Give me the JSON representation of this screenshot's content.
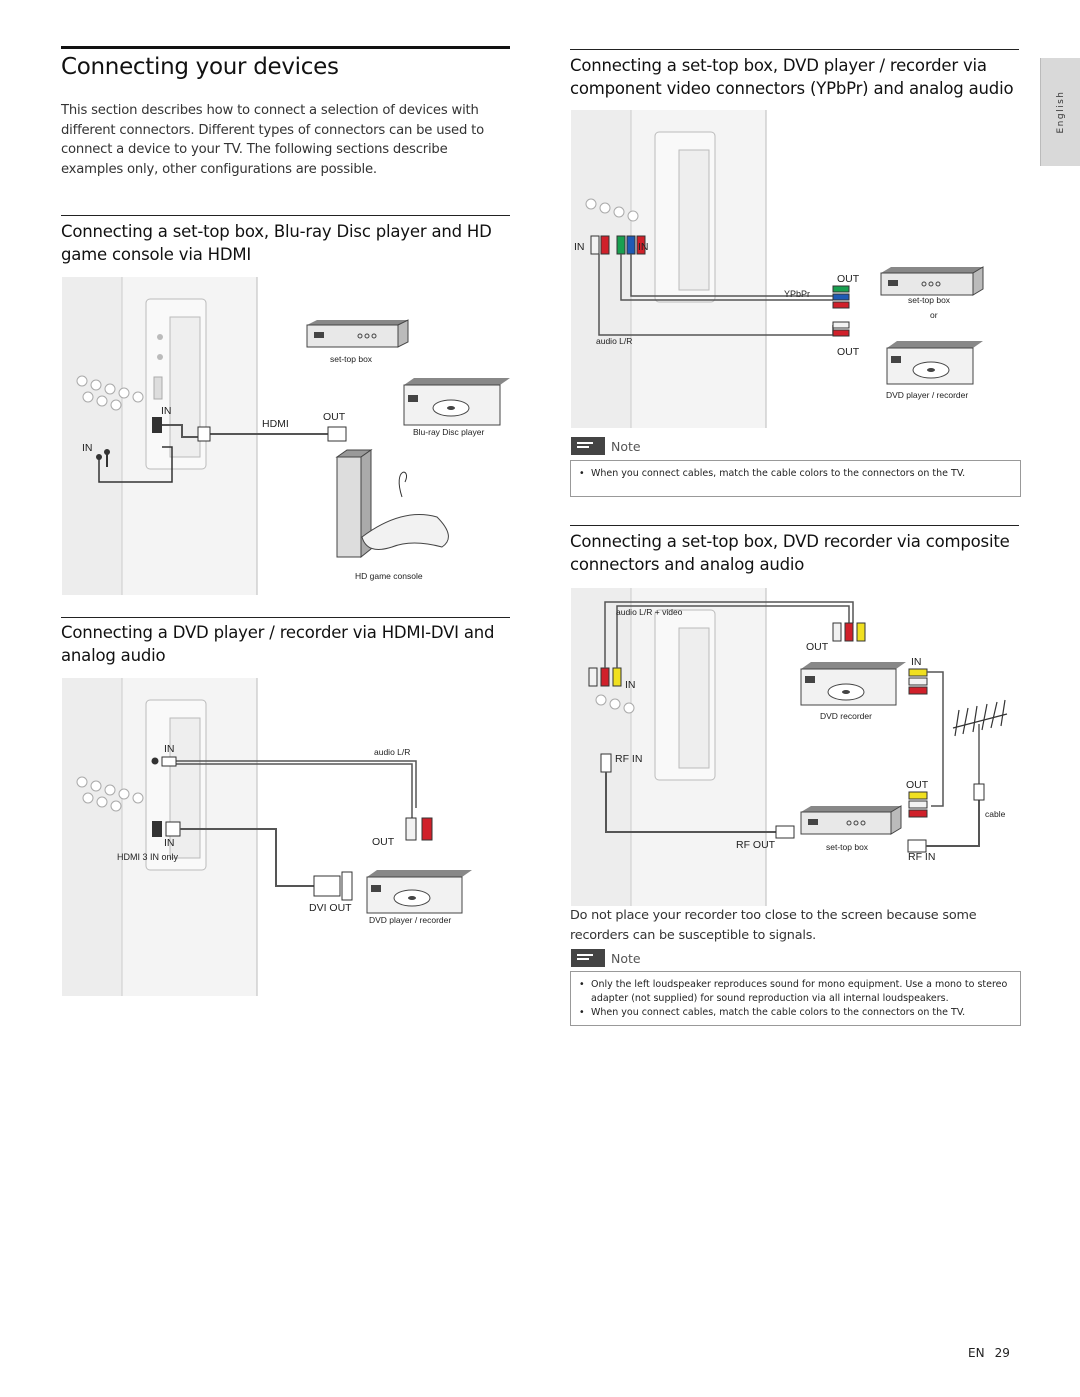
{
  "page": {
    "title": "Connecting your devices",
    "intro": "This section describes how to connect a selection of devices with different connectors. Different types of connectors can be used to connect a device to your TV. The following sections describe examples only, other configurations are possible.",
    "side_tab": "English",
    "footer_lang": "EN",
    "footer_page": "29"
  },
  "sections": {
    "hdmi": {
      "heading": "Connecting a set-top box, Blu-ray Disc player and HD game console via HDMI",
      "labels": {
        "in_top": "IN",
        "in_left": "IN",
        "hdmi": "HDMI",
        "out": "OUT",
        "settop": "set-top box",
        "bluray": "Blu-ray Disc player",
        "console": "HD game console"
      }
    },
    "dvi": {
      "heading": "Connecting a DVD player / recorder via HDMI-DVI and analog audio",
      "labels": {
        "in_audio": "IN",
        "audio_lr": "audio L/R",
        "in_hdmi": "IN",
        "hdmi3": "HDMI 3 IN only",
        "out": "OUT",
        "dvi_out": "DVI OUT",
        "dvd": "DVD player / recorder"
      }
    },
    "component": {
      "heading": "Connecting a set-top box, DVD player / recorder via component video connectors (YPbPr) and analog audio",
      "labels": {
        "in_left": "IN",
        "in_right": "IN",
        "out_top": "OUT",
        "ypbpr": "YPbPr",
        "settop": "set-top box",
        "or": "or",
        "audio_lr": "audio L/R",
        "out_bottom": "OUT",
        "dvd": "DVD player / recorder"
      },
      "note_label": "Note",
      "notes": [
        "When you connect cables, match the cable colors to the connectors on the TV."
      ]
    },
    "composite": {
      "heading": "Connecting a set-top box, DVD recorder via composite connectors and analog audio",
      "labels": {
        "audio_video": "audio L/R + video",
        "out_top": "OUT",
        "in_tv": "IN",
        "in_rec": "IN",
        "dvd_recorder": "DVD recorder",
        "rf_in_tv": "RF IN",
        "out_settop": "OUT",
        "cable": "cable",
        "rf_out": "RF OUT",
        "settop": "set-top box",
        "rf_in": "RF IN"
      },
      "body": "Do not place your recorder too close to the screen because some recorders can be susceptible to signals.",
      "note_label": "Note",
      "notes": [
        "Only the left loudspeaker reproduces sound for mono equipment. Use a mono to stereo adapter (not supplied) for sound reproduction via all internal loudspeakers.",
        "When you connect cables, match the cable colors to the connectors on the TV."
      ]
    }
  },
  "colors": {
    "rca_red": "#d0202a",
    "rca_white": "#f2f2f2",
    "rca_yellow": "#f0e020",
    "comp_green": "#18a050",
    "comp_blue": "#1e5ab4",
    "tv_panel": "#f3f3f3"
  }
}
